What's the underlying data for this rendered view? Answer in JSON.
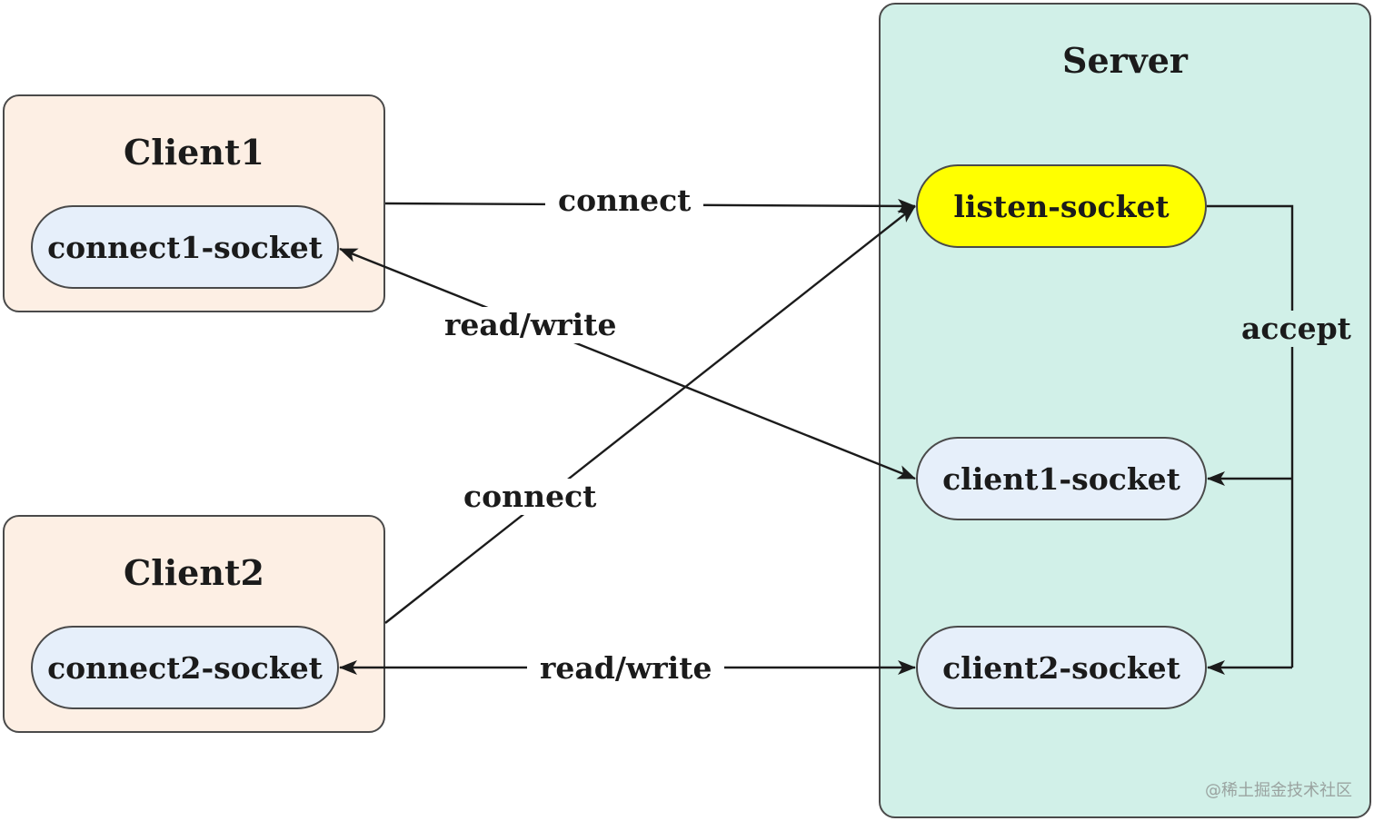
{
  "client1": {
    "title": "Client1",
    "socket": "connect1-socket"
  },
  "client2": {
    "title": "Client2",
    "socket": "connect2-socket"
  },
  "server": {
    "title": "Server",
    "listen_socket": "listen-socket",
    "client1_socket": "client1-socket",
    "client2_socket": "client2-socket"
  },
  "edges": {
    "client1_connect": "connect",
    "client1_readwrite": "read/write",
    "client2_connect": "connect",
    "client2_readwrite": "read/write",
    "accept": "accept"
  },
  "colors": {
    "client_fill": "#fdefe4",
    "server_fill": "#d1f0e8",
    "socket_fill": "#e6effa",
    "listen_fill": "#ffff00",
    "line": "#1b1b1b"
  },
  "watermark": "@稀土掘金技术社区"
}
